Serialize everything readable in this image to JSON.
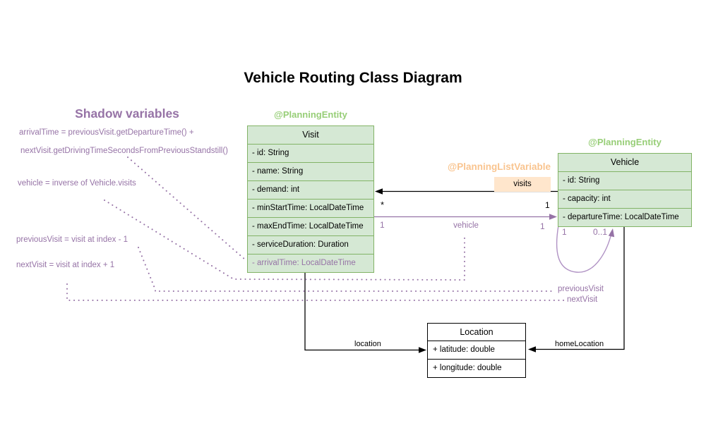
{
  "title": "Vehicle Routing Class Diagram",
  "shadow_panel": {
    "heading": "Shadow variables",
    "annotations": {
      "arrival_line1": "arrivalTime = previousVisit.getDepartureTime() +",
      "arrival_line2": "nextVisit.getDrivingTimeSecondsFromPreviousStandstill()",
      "vehicle_rule": "vehicle = inverse of Vehicle.visits",
      "previous_visit_rule": "previousVisit = visit at index - 1",
      "next_visit_rule": "nextVisit = visit at index + 1"
    }
  },
  "visit_class": {
    "stereotype": "@PlanningEntity",
    "name": "Visit",
    "attributes": [
      "- id: String",
      "- name: String",
      "- demand: int",
      "- minStartTime: LocalDateTime",
      "- maxEndTime: LocalDateTime",
      "- serviceDuration: Duration"
    ],
    "shadow_attribute": "- arrivalTime: LocalDateTime"
  },
  "vehicle_class": {
    "stereotype": "@PlanningEntity",
    "name": "Vehicle",
    "attributes": [
      "- id: String",
      "- capacity: int",
      "- departureTime: LocalDateTime"
    ]
  },
  "location_class": {
    "name": "Location",
    "attributes": [
      "+ latitude: double",
      "+ longitude: double"
    ]
  },
  "relations": {
    "planning_list_variable": "@PlanningListVariable",
    "visits_label": "visits",
    "visits_mult_visit_end": "*",
    "visits_mult_vehicle_end": "1",
    "vehicle_label": "vehicle",
    "vehicle_mult_left": "1",
    "vehicle_mult_right": "1",
    "loop_mult_left": "1",
    "loop_mult_right": "0..1",
    "previous_visit_label": "previousVisit",
    "next_visit_label": "nextVisit",
    "location_label": "location",
    "home_location_label": "homeLocation"
  },
  "colors": {
    "purple": "#9673a6",
    "green_fill": "#d5e8d4",
    "green_border": "#82b366",
    "green_text": "#97ce77",
    "orange_text": "#f9c48f",
    "orange_fill": "#ffe6cc",
    "line_black": "#000000"
  }
}
